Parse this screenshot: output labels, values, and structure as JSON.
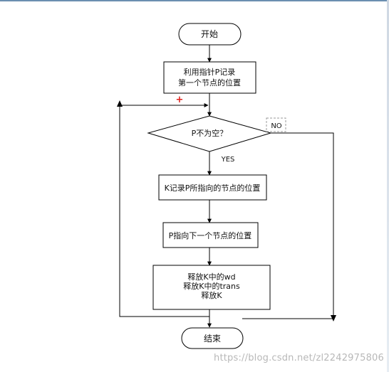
{
  "flowchart": {
    "start_label": "开始",
    "step1_line1": "利用指针P记录",
    "step1_line2": "第一个节点的位置",
    "decision_label": "P不为空？",
    "yes_label": "YES",
    "no_label": "NO",
    "step2_label": "K记录P所指向的节点的位置",
    "step3_label": "P指向下一个节点的位置",
    "step4_line1": "释放K中的wd",
    "step4_line2": "释放K中的trans",
    "step4_line3": "释放K",
    "end_label": "结束",
    "marker_plus": "+"
  },
  "watermark": "https://blog.csdn.net/zl2242975806",
  "colors": {
    "line": "#000000",
    "marker": "#e0201b",
    "frame": "#6b8fb0",
    "watermark": "#b8b8b8"
  }
}
